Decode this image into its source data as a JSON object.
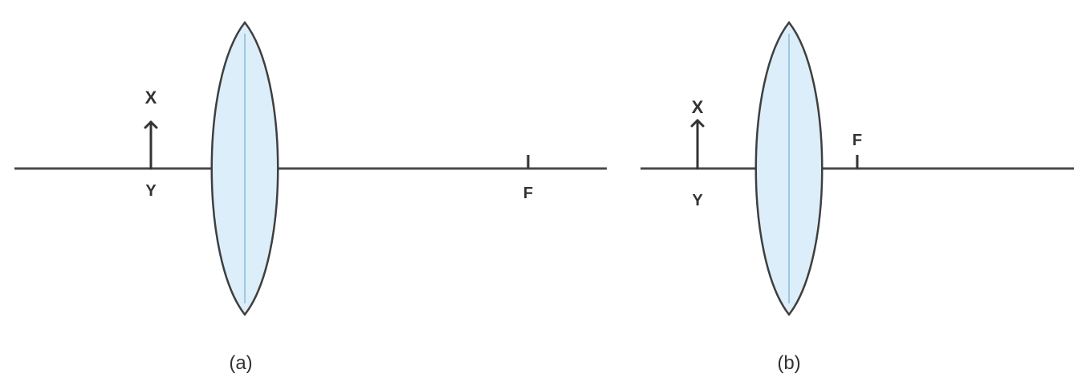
{
  "colors": {
    "axis": "#4a4a4a",
    "lens_fill": "#dbeef9",
    "lens_stroke": "#3f3f3f",
    "lens_center": "#9fc7df",
    "object": "#333333",
    "text": "#333333",
    "tick": "#333333"
  },
  "diagrams": {
    "a": {
      "caption": "(a)",
      "object_top_label": "X",
      "object_bottom_label": "Y",
      "focus_label": "F"
    },
    "b": {
      "caption": "(b)",
      "object_top_label": "X",
      "object_bottom_label": "Y",
      "focus_label": "F"
    }
  }
}
